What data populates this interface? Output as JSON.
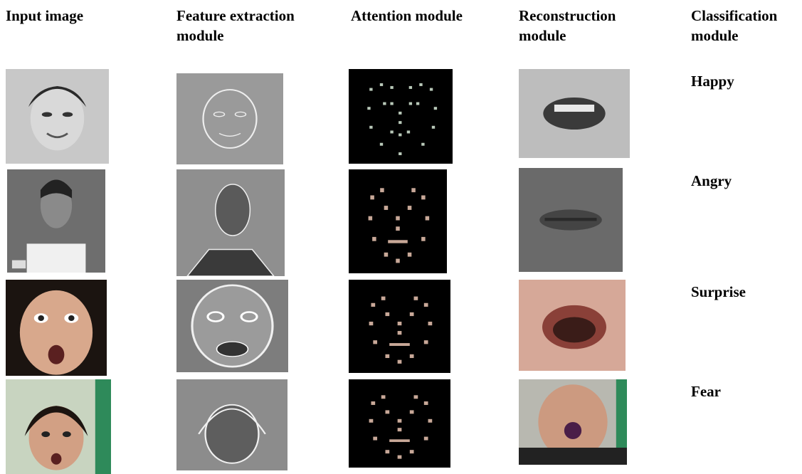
{
  "headers": {
    "input": "Input image",
    "feature": "Feature extraction module",
    "attention": "Attention module",
    "reconstruction": "Reconstruction module",
    "classification": "Classification module"
  },
  "rows": [
    {
      "label": "Happy"
    },
    {
      "label": "Angry"
    },
    {
      "label": "Surprise"
    },
    {
      "label": "Fear"
    }
  ]
}
